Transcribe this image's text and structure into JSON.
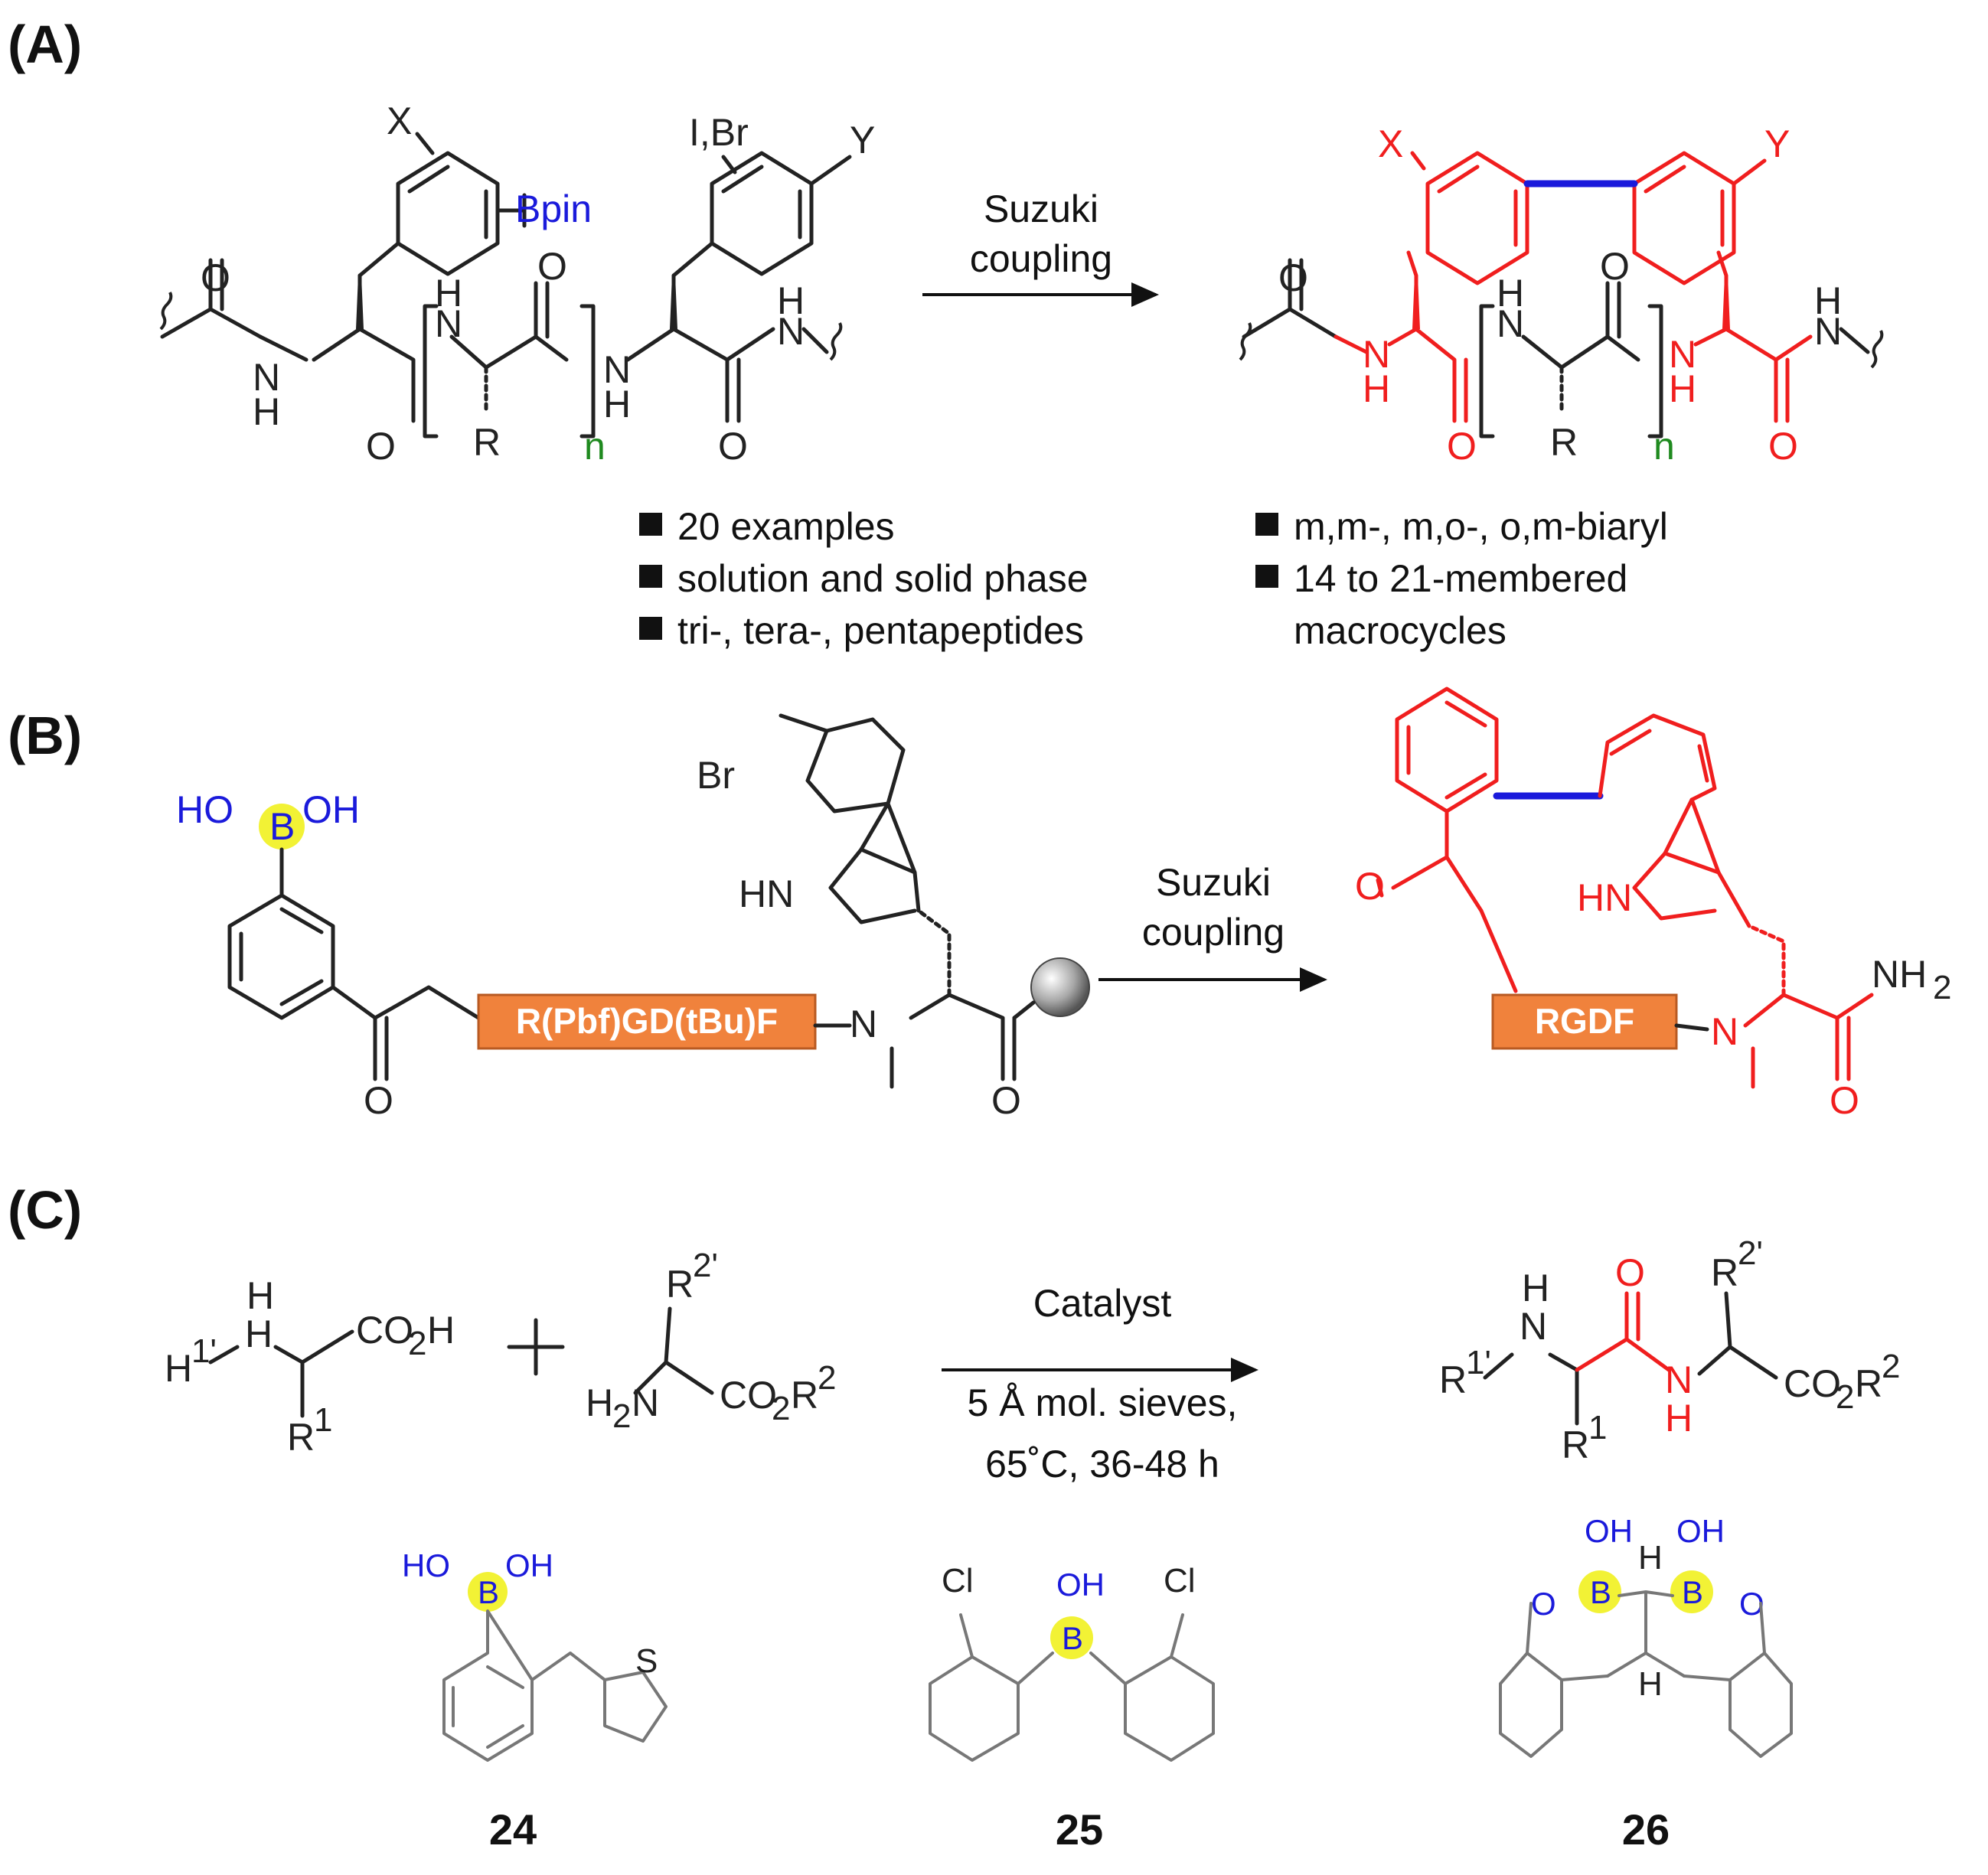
{
  "panels": {
    "a": "(A)",
    "b": "(B)",
    "c": "(C)"
  },
  "panel_a": {
    "arrow_label_line1": "Suzuki",
    "arrow_label_line2": "coupling",
    "left_bullets": [
      "20 examples",
      "solution and solid phase",
      "tri-, tera-, pentapeptides"
    ],
    "right_bullets": [
      "m,m-, m,o-, o,m-biaryl",
      "14 to 21-membered",
      "macrocycles"
    ],
    "atoms": {
      "x": "X",
      "y": "Y",
      "ibr": "I,Br",
      "bpin": "Bpin",
      "n": "n",
      "r": "R",
      "h": "H",
      "nh": "N",
      "o": "O"
    }
  },
  "panel_b": {
    "arrow_label_line1": "Suzuki",
    "arrow_label_line2": "coupling",
    "peptide_left": "R(Pbf)GD(tBu)F",
    "peptide_right": "RGDF",
    "atoms": {
      "br": "Br",
      "hn": "HN",
      "ho": "HO",
      "oh": "OH",
      "b": "B",
      "n": "N",
      "o": "O",
      "nh2": "NH"
    }
  },
  "panel_c": {
    "catalyst": "Catalyst",
    "conditions_line1": "5 Å mol. sieves,",
    "conditions_line2": "65˚C, 36-48 h",
    "compounds": [
      "24",
      "25",
      "26"
    ],
    "atoms": {
      "cl": "Cl",
      "s": "S",
      "oh": "OH",
      "ho": "HO",
      "b": "B",
      "o": "O",
      "h": "H",
      "co2h": "CO",
      "h2n": "H"
    }
  },
  "colors": {
    "red": "#f01e1e",
    "blue": "#1a1adb",
    "yellow": "#f2f235",
    "orange": "#f0823c",
    "green": "#1f8a1f"
  }
}
